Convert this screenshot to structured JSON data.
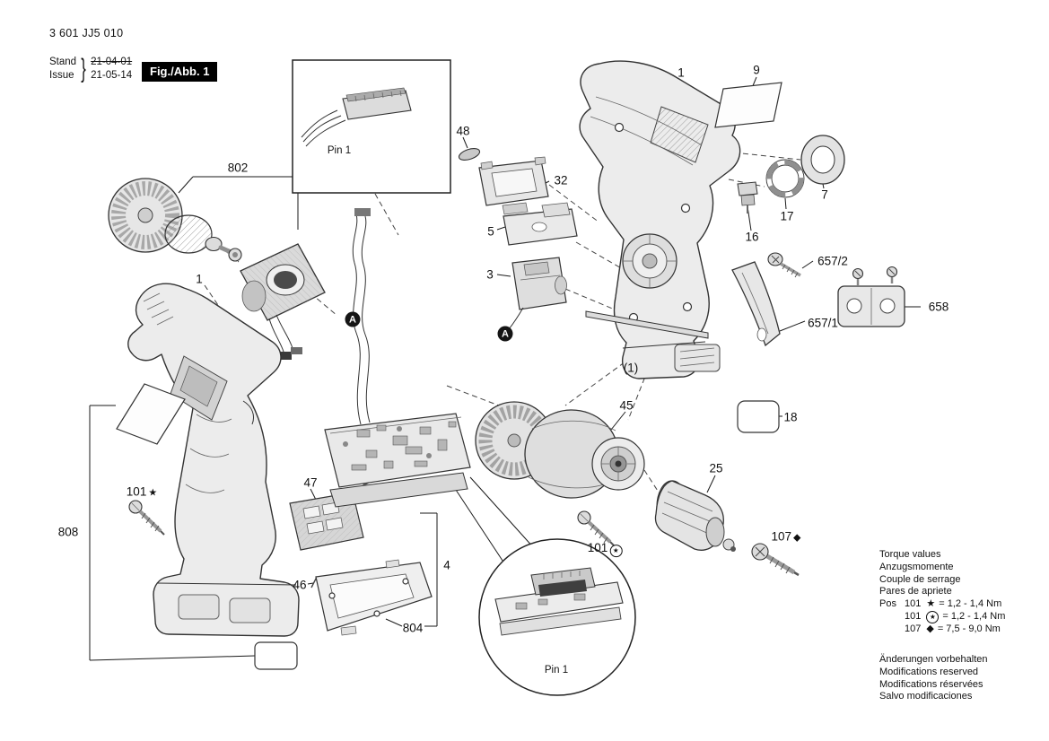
{
  "doc": {
    "part_number": "3 601 JJ5 010",
    "stand_label": "Stand",
    "stand_date": "21-04-01",
    "issue_label": "Issue",
    "issue_date": "21-05-14",
    "figure_label": "Fig./Abb. 1"
  },
  "callouts": {
    "c802": "802",
    "c48": "48",
    "c32": "32",
    "c5": "5",
    "c3": "3",
    "c1_left": "1",
    "c1_right": "1",
    "c9": "9",
    "c7": "7",
    "c17": "17",
    "c16": "16",
    "c657_2": "657/2",
    "c658": "658",
    "c657_1": "657/1",
    "c1_paren": "(1)",
    "c18": "18",
    "c45": "45",
    "c25": "25",
    "c808": "808",
    "c47": "47",
    "c46": "46",
    "c4": "4",
    "c804": "804",
    "pin1_top": "Pin 1",
    "pin1_bottom": "Pin 1",
    "marker_a": "A",
    "c101_left": {
      "num": "101",
      "sym": "★"
    },
    "c101_right": {
      "num": "101",
      "sym": "★"
    },
    "c107": {
      "num": "107",
      "sym": "◆"
    }
  },
  "torque": {
    "title_lines": [
      "Torque values",
      "Anzugsmomente",
      "Couple de serrage",
      "Pares de apriete"
    ],
    "pos_label": "Pos",
    "rows": [
      {
        "ref": "101",
        "symbol": "★",
        "value": "= 1,2 - 1,4 Nm"
      },
      {
        "ref": "101",
        "symbol": "★",
        "value": "= 1,2 - 1,4 Nm"
      },
      {
        "ref": "107",
        "symbol": "◆",
        "value": "= 7,5 - 9,0 Nm"
      }
    ]
  },
  "modifications": [
    "Änderungen vorbehalten",
    "Modifications reserved",
    "Modifications réservées",
    "Salvo modificaciones"
  ]
}
